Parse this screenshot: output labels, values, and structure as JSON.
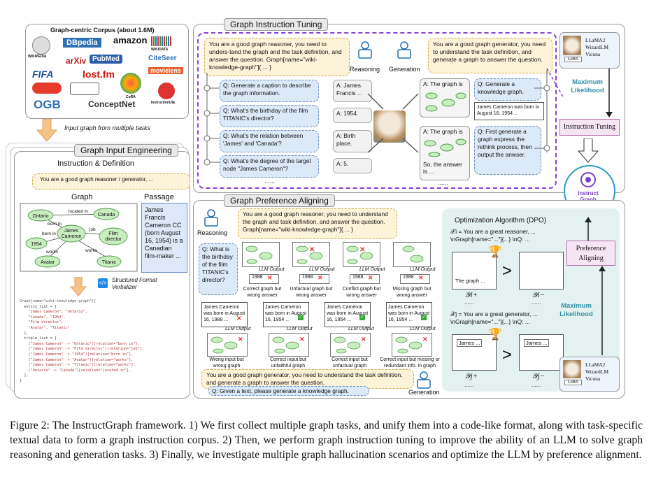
{
  "corpus": {
    "title": "Graph-centric Corpus (about 1.6M)",
    "logos": [
      "WIKIPEDIA",
      "DBpedia",
      "amazon",
      "WIKIDATA",
      "arXiv",
      "PubMed",
      "lost.fm",
      "CiteSeer",
      "movielens",
      "FIFA",
      "ConceptNet",
      "OGB",
      "CoRA",
      "InstructionUIE"
    ],
    "arrow_label": "Input graph from multiple tasks"
  },
  "input_engineering": {
    "title": "Graph Input Engineering",
    "subtitle": "Instruction & Definition",
    "instruction": "You are a good graph reasoner / generator, ...",
    "graph_label": "Graph",
    "passage_label": "Passage",
    "passage_text": "James Francis Cameron CC (born August 16, 1954) is a Canadian film-maker ...",
    "nodes": [
      "Ontario",
      "Canada",
      "James Cameron",
      "1954",
      "Film director",
      "Avatar",
      "Titanic"
    ],
    "edges": [
      "located in",
      "born in",
      "born in",
      "job",
      "works",
      "works"
    ],
    "verbalizer": "Structured Format Verbalizer",
    "code": [
      "Graph[name=\"wiki-knowledge-graph\"]{",
      "  entity_list = [",
      "    \"James Cameron\", \"Ontario\",",
      "    \"Canada\", \"1954\",",
      "    \"Film director\",",
      "    \"Avatar\", \"Titanic\"",
      "  ],",
      "  triple_list = [",
      "    (\"James Cameron\" -> \"Ontario\")[relation=\"born in\"],",
      "    (\"James Cameron\" -> \"Film director\")[relation=\"job\"],",
      "    (\"James Cameron\" -> \"1954\")[relation=\"born in\"],",
      "    (\"James Cameron\" -> \"Avatar\")[relation=\"works\"],",
      "    (\"James Cameron\" -> \"Titanic\")[relation=\"works\"],",
      "    (\"Ontario\" -> \"Canada\")[relation=\"located in\"],",
      "  ],",
      "}"
    ]
  },
  "instruction_tuning": {
    "title": "Graph Instruction Tuning",
    "reasoner_prompt": "You are a good graph reasoner, you need to unders-tand the graph and the task definition, and answer the question. Graph[name=\"wiki-knowledge-graph\"]{ ... }",
    "generator_prompt": "You are a good graph generator, you need to understand the task definition, and generate a graph to answer the question.",
    "reasoning_label": "Reasoning",
    "generation_label": "Generation",
    "qa": [
      {
        "q": "Q: Generate a caption to describe the graph information.",
        "a": "A: James Francis ..."
      },
      {
        "q": "Q: What's the birthday of the film TITANIC's director?",
        "a": "A: 1954."
      },
      {
        "q": "Q: What's the relation between 'James' and 'Canada'?",
        "a": "A: Birth place."
      },
      {
        "q": "Q: What's the degree of the target node \"James Cameron\"?",
        "a": "A: 5."
      }
    ],
    "dots": "......",
    "gen_a1": "A: The graph is",
    "gen_q1": "Q: Generate a knowledge graph.",
    "gen_text": "James Cameron was born in August 16, 1954 ...",
    "gen_a2_top": "A: The graph is",
    "gen_a2_bottom": "So, the answer is ...",
    "gen_q2": "Q: First generate a graph express the rethink process, then output the anwser.",
    "model_names": "LLaMA2 WizardLM Vicuna",
    "lora": "LoRA",
    "max_likelihood": "Maximum Likelihood",
    "tuning_box": "Instruction Tuning",
    "instructgraph": "Instruct Graph"
  },
  "preference": {
    "title": "Graph Preference Aligning",
    "reasoning_label": "Reasoning",
    "generation_label": "Generation",
    "reasoner_prompt": "You are a good graph reasoner, you need to understand the graph and task definition, and answer the question. Graph[name=\"wiki-knowledge-graph\"]{ ... }",
    "question": "Q: What is the birthday of the film TITANIC's director?",
    "llm_output": "LLM Output",
    "reason_cases": [
      {
        "value": "1988",
        "label": "Correct graph but wrong answer"
      },
      {
        "value": "1988",
        "label": "Unfactual graph but wrong answer"
      },
      {
        "value": "1988",
        "label": "Conflict graph but wrong answer"
      },
      {
        "value": "1988",
        "label": "Missing graph but wrong answer"
      }
    ],
    "gen_cases": [
      {
        "text": "James Cameron was born in August 16, 1988 ...",
        "label": "Wrong input but wrong graph"
      },
      {
        "text": "James Cameron was born in August 16, 1954 ...",
        "label": "Correct input but unfaithful graph"
      },
      {
        "text": "James Cameron was born in August 16, 1954 ...",
        "label": "Correct input but unfactual graph"
      },
      {
        "text": "James Cameron was born in August 16, 1954 ...",
        "label": "Correct input but missing or redundant info. in graph"
      }
    ],
    "generator_prompt": "You are a good graph generator, you need to understand the task definition, and generate a graph to answer the question.",
    "gen_question": "Q: Given a text, please generate a knowledge graph.",
    "dpo_title": "Optimization Algorithm (DPO)",
    "xi": "𝒳i = You are a great reasoner, ... \\nGraph[name=\"...\"]{...} \\nQ: ...",
    "xj": "𝒳j = You are a great generator, ... \\nGraph[name=\"...\"]{...} \\nQ: ...",
    "yi_plus": "𝒴i+",
    "yi_minus": "𝒴i−",
    "yj_plus": "𝒴j+",
    "yj_minus": "𝒴j−",
    "graph_caption": "The graph ...",
    "james": "James ...",
    "gt": ">",
    "max_likelihood": "Maximum Likelihood",
    "pref_box": "Preference Aligning",
    "model_names": "LLaMA2 WizardLM Vicuna",
    "lora": "LoRA"
  },
  "caption": "Figure 2: The InstructGraph framework. 1) We first collect multiple graph tasks, and unify them into a code-like format, along with task-specific textual data to form a graph instruction corpus. 2) Then, we perform graph instruction tuning to improve the ability of an LLM to solve graph reasoning and generation tasks. 3) Finally, we investigate multiple graph hallucination scenarios and optimize the LLM by preference alignment."
}
